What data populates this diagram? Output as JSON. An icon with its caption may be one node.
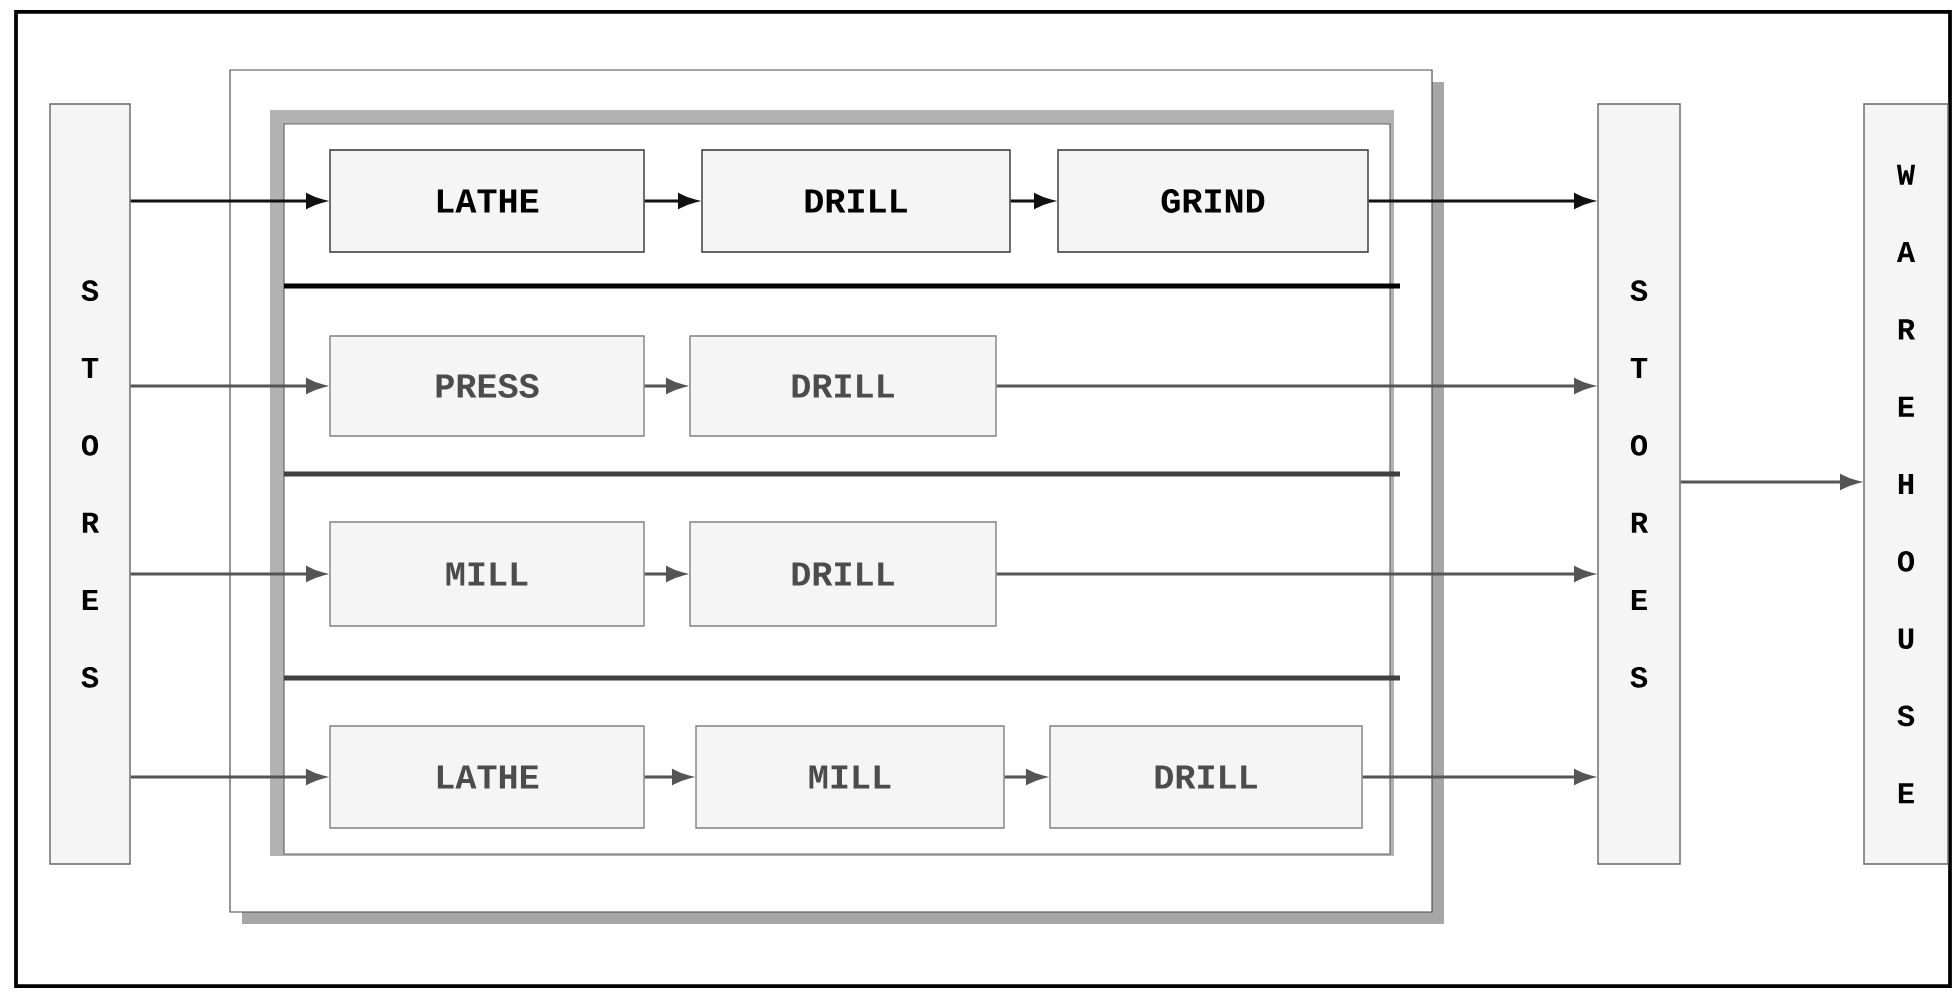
{
  "diagram": {
    "nodes": [
      {
        "text": [
          "S T O R E S"
        ]
      },
      {
        "text": [
          "LATHE"
        ]
      },
      {
        "text": [
          "DRILL"
        ]
      },
      {
        "text": [
          "GRIND"
        ]
      },
      {
        "text": [
          "PRESS"
        ]
      },
      {
        "text": [
          "DRILL"
        ]
      },
      {
        "text": [
          "MILL"
        ]
      },
      {
        "text": [
          "DRILL"
        ]
      },
      {
        "text": [
          "LATHE"
        ]
      },
      {
        "text": [
          "MILL"
        ]
      },
      {
        "text": [
          "DRILL"
        ]
      },
      {
        "text": [
          "S T O R E S"
        ]
      },
      {
        "text": [
          "W A R E H O U S E"
        ]
      }
    ],
    "edges": [
      {
        "from": 0,
        "to": 1,
        "arrow": "to",
        "color": "#111111"
      },
      {
        "from": 1,
        "to": 2,
        "arrow": "to",
        "color": "#111111"
      },
      {
        "from": 2,
        "to": 3,
        "arrow": "to",
        "color": "#111111"
      },
      {
        "from": 3,
        "to": 11,
        "arrow": "to",
        "color": "#111111"
      },
      {
        "from": 0,
        "to": 4,
        "arrow": "to"
      },
      {
        "from": 4,
        "to": 5,
        "arrow": "to"
      },
      {
        "from": 5,
        "to": 11,
        "arrow": "to"
      },
      {
        "from": 0,
        "to": 6,
        "arrow": "to"
      },
      {
        "from": 6,
        "to": 7,
        "arrow": "to"
      },
      {
        "from": 7,
        "to": 11,
        "arrow": "to"
      },
      {
        "from": 0,
        "to": 8,
        "arrow": "to"
      },
      {
        "from": 8,
        "to": 9,
        "arrow": "to"
      },
      {
        "from": 9,
        "to": 10,
        "arrow": "to"
      },
      {
        "from": 10,
        "to": 11,
        "arrow": "to"
      },
      {
        "from": 11,
        "to": 12,
        "arrow": "to"
      }
    ]
  }
}
